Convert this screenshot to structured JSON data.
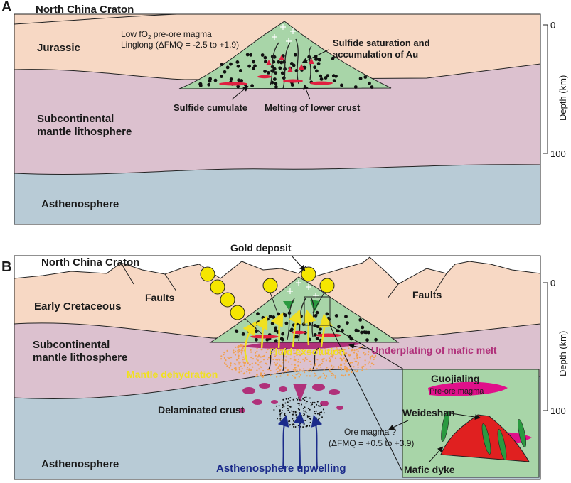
{
  "panel_a": {
    "letter": "A",
    "craton": "North China Craton",
    "jurassic": "Jurassic",
    "magma_line1": "Low fO",
    "magma_sub": "2",
    "magma_line1_tail": " pre-ore magma",
    "magma_line2": "Linglong (ΔFMQ = -2.5 to +1.9)",
    "sulfide_sat_line1": "Sulfide saturation and",
    "sulfide_sat_line2": "accumulation of Au",
    "sulfide_cumulate": "Sulfide cumulate",
    "melting": "Melting of lower crust",
    "scml_line1": "Subcontinental",
    "scml_line2": "mantle lithosphere",
    "astheno": "Asthenosphere",
    "depth_title": "Depth (km)",
    "depth_ticks": [
      "0",
      "100"
    ]
  },
  "panel_b": {
    "letter": "B",
    "craton": "North China Craton",
    "gold_deposit": "Gold deposit",
    "faults_left": "Faults",
    "faults_right": "Faults",
    "early_cret": "Early Cretaceous",
    "scml_line1": "Subcontinental",
    "scml_line2": "mantle lithosphere",
    "fluid": "Fluid exsolution",
    "underplating": "Underplating of mafic melt",
    "mantle_dehyd": "Mantle dehydration",
    "delaminated": "Delaminated crust",
    "ore_magma_line1": "Ore magma ?",
    "ore_magma_line2": "(ΔFMQ = +0.5 to +3.9)",
    "astheno": "Asthenosphere",
    "upwelling": "Asthenosphere upwelling",
    "depth_title": "Depth (km)",
    "depth_ticks": [
      "0",
      "100"
    ],
    "inset": {
      "guojialing": "Guojialing",
      "preore": "Pre-ore magma",
      "weideshan": "Weideshan",
      "mafic_dyke": "Mafic dyke"
    }
  },
  "colors": {
    "crust": "#f7d8c4",
    "mantle": "#dcc1cf",
    "asthenosphere": "#b8cbd6",
    "pluton": "#a8d5a8",
    "gold": "#f5e600",
    "melt": "#b0307a",
    "sulfide_red": "#e02040",
    "yellow_arrow": "#f0e020",
    "blue_arrow": "#1a2a8a",
    "orange_dots": "#f0a050",
    "inset_bg": "#a8d5a8",
    "magenta": "#e0108a",
    "red_body": "#e02020",
    "dyke_green": "#2a9a40"
  }
}
